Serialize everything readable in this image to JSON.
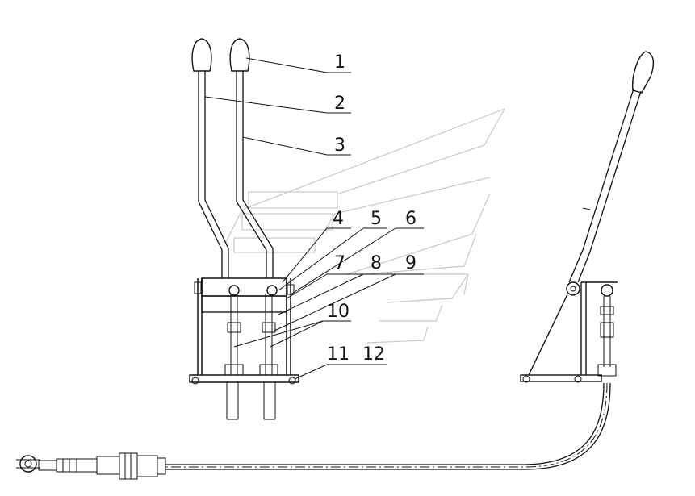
{
  "diagram": {
    "callouts": [
      "1",
      "2",
      "3",
      "4",
      "5",
      "6",
      "7",
      "8",
      "9",
      "10",
      "11",
      "12"
    ],
    "colors": {
      "line": "#111111",
      "watermark": "#c8c8c8",
      "background": "#ffffff"
    }
  }
}
